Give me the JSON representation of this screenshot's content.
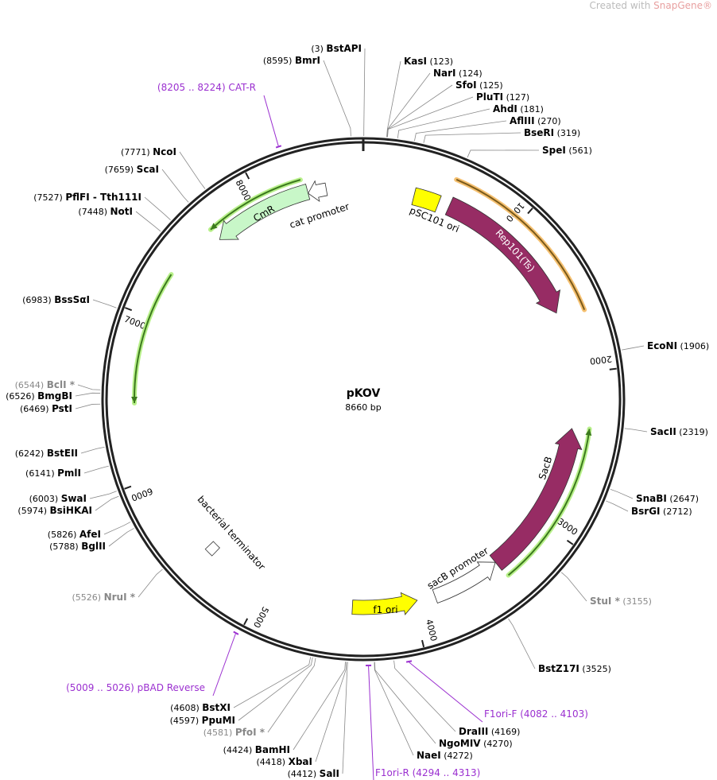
{
  "watermark": {
    "prefix": "Created with ",
    "brand": "SnapGene®"
  },
  "plasmid": {
    "name": "pKOV",
    "length": "8660 bp",
    "total_bp": 8660
  },
  "ticks": [
    "1000",
    "2000",
    "3000",
    "4000",
    "5000",
    "6000",
    "7000",
    "8000"
  ],
  "sites": [
    {
      "name": "BstAPI",
      "pos": 3
    },
    {
      "name": "BmrI",
      "pos": 8595
    },
    {
      "name": "KasI",
      "pos": 123
    },
    {
      "name": "NarI",
      "pos": 124
    },
    {
      "name": "SfoI",
      "pos": 125
    },
    {
      "name": "PluTI",
      "pos": 127
    },
    {
      "name": "AhdI",
      "pos": 181
    },
    {
      "name": "AflIII",
      "pos": 270
    },
    {
      "name": "BseRI",
      "pos": 319
    },
    {
      "name": "SpeI",
      "pos": 561
    },
    {
      "name": "EcoNI",
      "pos": 1906
    },
    {
      "name": "SacII",
      "pos": 2319
    },
    {
      "name": "SnaBI",
      "pos": 2647
    },
    {
      "name": "BsrGI",
      "pos": 2712
    },
    {
      "name": "StuI *",
      "pos": 3155,
      "gray": true
    },
    {
      "name": "BstZ17I",
      "pos": 3525
    },
    {
      "name": "DraIII",
      "pos": 4169
    },
    {
      "name": "NgoMIV",
      "pos": 4270
    },
    {
      "name": "NaeI",
      "pos": 4272
    },
    {
      "name": "SalI",
      "pos": 4412
    },
    {
      "name": "XbaI",
      "pos": 4418
    },
    {
      "name": "BamHI",
      "pos": 4424
    },
    {
      "name": "PfoI *",
      "pos": 4581,
      "gray": true
    },
    {
      "name": "PpuMI",
      "pos": 4597
    },
    {
      "name": "BstXI",
      "pos": 4608
    },
    {
      "name": "NruI *",
      "pos": 5526,
      "gray": true
    },
    {
      "name": "BglII",
      "pos": 5788
    },
    {
      "name": "AfeI",
      "pos": 5826
    },
    {
      "name": "BsiHKAI",
      "pos": 5974
    },
    {
      "name": "SwaI",
      "pos": 6003
    },
    {
      "name": "PmlI",
      "pos": 6141
    },
    {
      "name": "BstEII",
      "pos": 6242
    },
    {
      "name": "PstI",
      "pos": 6469
    },
    {
      "name": "BmgBI",
      "pos": 6526
    },
    {
      "name": "BclI *",
      "pos": 6544,
      "gray": true
    },
    {
      "name": "BssSαI",
      "pos": 6983
    },
    {
      "name": "NotI",
      "pos": 7448
    },
    {
      "name": "PflFI - Tth111I",
      "pos": 7527
    },
    {
      "name": "ScaI",
      "pos": 7659
    },
    {
      "name": "NcoI",
      "pos": 7771
    }
  ],
  "primers": [
    {
      "name": "CAT-R",
      "range": "(8205 .. 8224)",
      "pos": 8214
    },
    {
      "name": "pBAD Reverse",
      "range": "(5009 .. 5026)",
      "pos": 5017
    },
    {
      "name": "F1ori-F",
      "range": "(4082 .. 4103)",
      "pos": 4092
    },
    {
      "name": "F1ori-R",
      "range": "(4294 .. 4313)",
      "pos": 4303
    }
  ],
  "features": {
    "pSC101_ori": "pSC101 ori",
    "rep101": "Rep101(Ts)",
    "sacB": "SacB",
    "sacB_promoter": "sacB promoter",
    "f1_ori": "f1 ori",
    "bacterial_terminator": "bacterial terminator",
    "cmR": "CmR",
    "cat_promoter": "cat promoter"
  },
  "colors": {
    "backbone": "#222222",
    "maroon": "#972c64",
    "yellow": "#ffff00",
    "cmr": "#c8f7c8",
    "green": "#3c7a1e",
    "greenGlow": "#b8f08a",
    "orange": "#f5c070",
    "primer": "#9b30d0"
  }
}
